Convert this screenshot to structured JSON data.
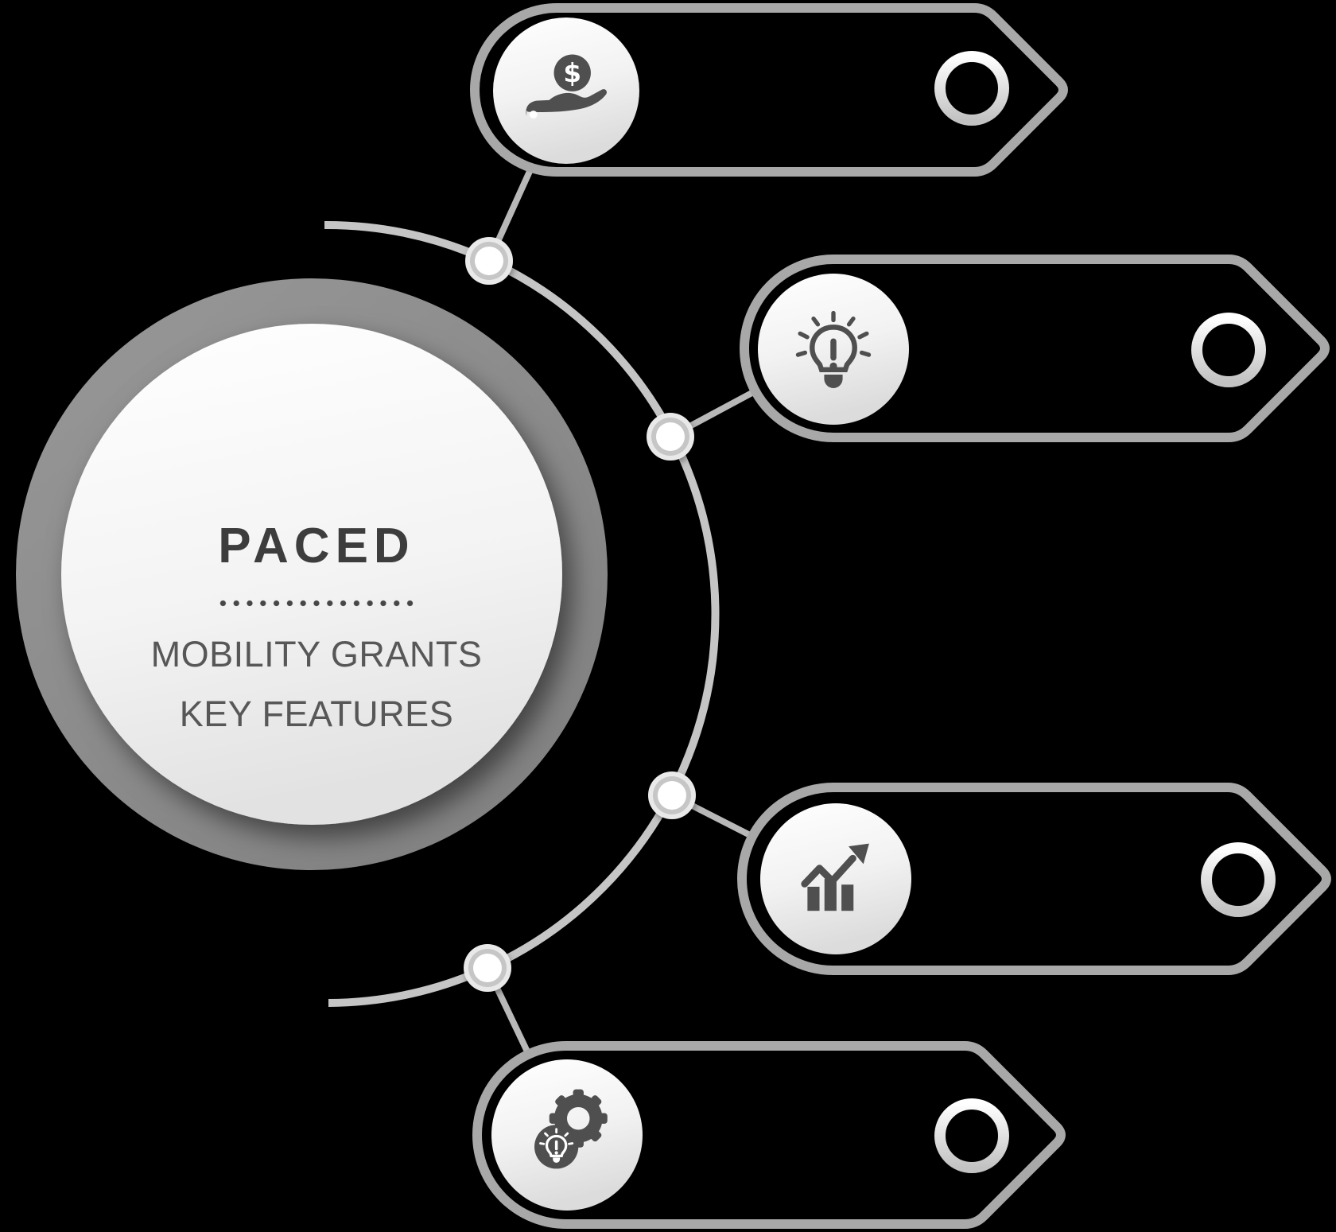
{
  "canvas": {
    "background_color": "#000000"
  },
  "center_circle": {
    "title": "PACED",
    "subtitle_line1": "MOBILITY GRANTS",
    "subtitle_line2": "KEY FEATURES",
    "title_color": "#3d3d3d",
    "subtitle_color": "#575757",
    "ring_color": "#8d8d8d"
  },
  "coin": {
    "dollar_symbol": "$"
  },
  "banners": [
    {
      "index": 1,
      "icon": "hand-receiving-dollar-icon"
    },
    {
      "index": 2,
      "icon": "lightbulb-alert-icon"
    },
    {
      "index": 3,
      "icon": "growth-bar-chart-arrow-icon"
    },
    {
      "index": 4,
      "icon": "gear-lightbulb-idea-icon"
    }
  ],
  "style_colors": {
    "banner_outline": "#a8a8a8",
    "banner_fill": "#000000",
    "arc_line": "#c5c5c5",
    "connector_line": "#b8b8b8",
    "icon_glyph": "#4f4f4f",
    "icon_bubble_top": "#ffffff",
    "icon_bubble_bottom": "#dcdcdc",
    "ring_marker_top": "#ffffff",
    "ring_marker_bottom": "#c2c2c2"
  }
}
